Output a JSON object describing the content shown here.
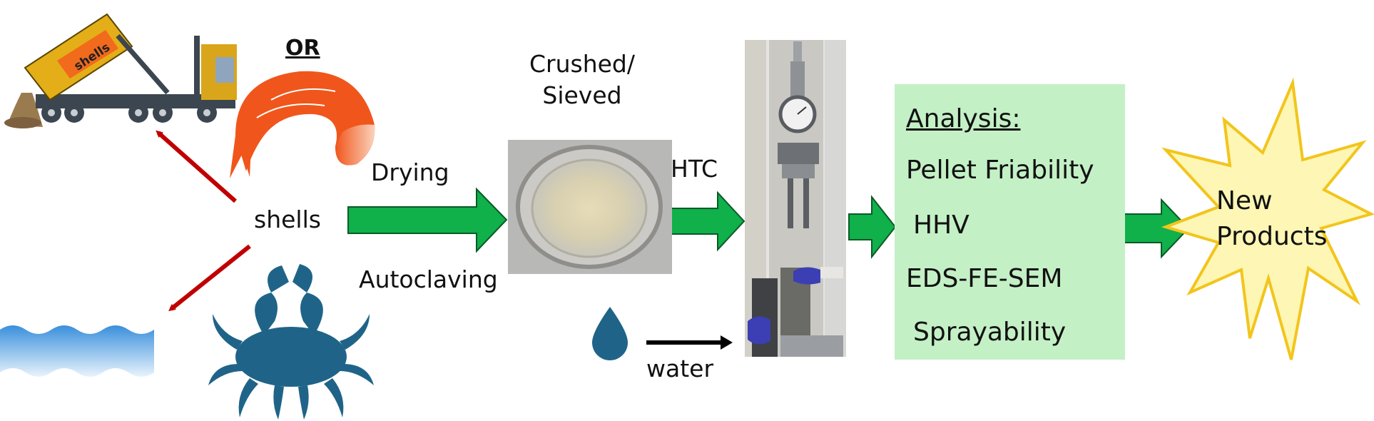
{
  "labels": {
    "or": "OR",
    "truck_text": "shells",
    "shells": "shells",
    "crushed": "Crushed/ Sieved",
    "drying": "Drying",
    "autoclaving": "Autoclaving",
    "htc": "HTC",
    "water": "water",
    "new_products": "New Products"
  },
  "analysis": {
    "title": "Analysis:",
    "items": [
      "Pellet Friability",
      "HHV",
      "EDS-FE-SEM",
      "Sprayability"
    ]
  },
  "colors": {
    "green_arrow": "#10b04a",
    "red_arrow": "#c00000",
    "analysis_bg": "#c4f0c6",
    "burst_fill": "#fdf6b4",
    "burst_stroke": "#f2c51c",
    "crab": "#1f6488",
    "shrimp": "#f0561c",
    "truck_yellow": "#e3ae17",
    "water_blue": "#3a8fdc"
  }
}
